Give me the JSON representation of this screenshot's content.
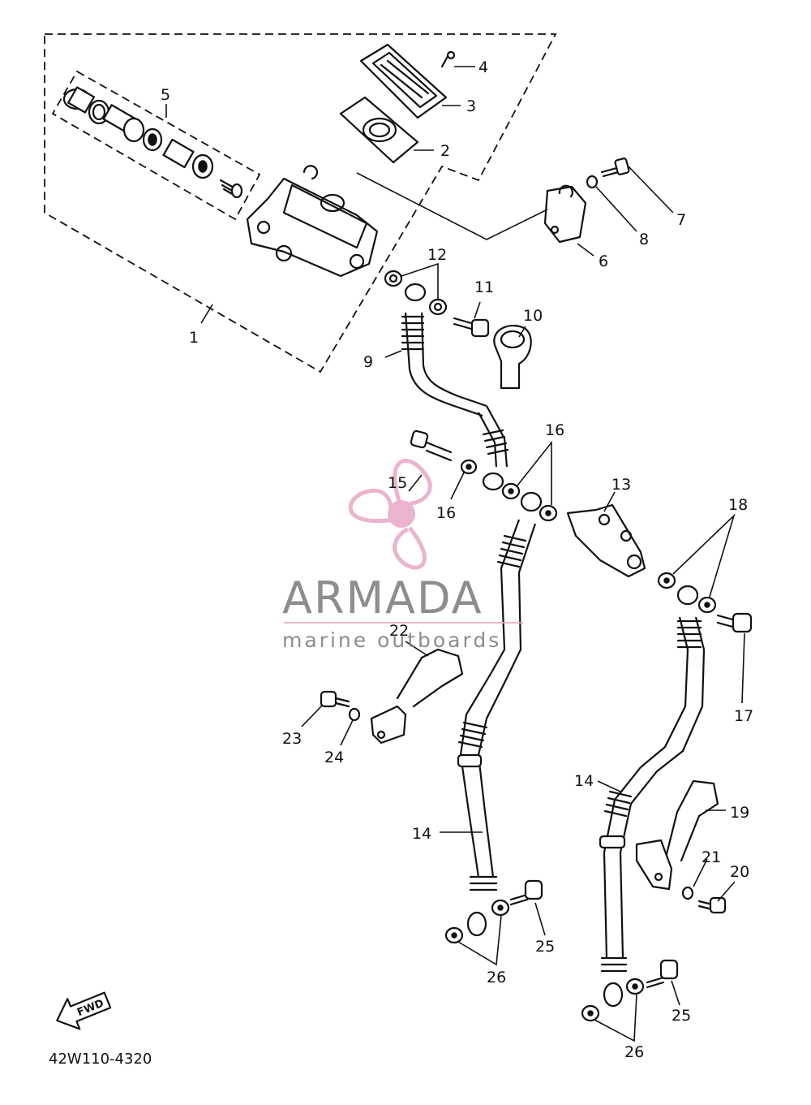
{
  "callouts": [
    "1",
    "2",
    "3",
    "4",
    "5",
    "6",
    "7",
    "8",
    "9",
    "10",
    "11",
    "12",
    "13",
    "14",
    "14",
    "15",
    "16",
    "16",
    "17",
    "18",
    "19",
    "20",
    "21",
    "22",
    "23",
    "24",
    "25",
    "25",
    "26",
    "26"
  ],
  "watermark": {
    "brand": "ARMADA",
    "tagline": "marine outboards",
    "color": "#e8a7c6"
  },
  "fwd_label": "FWD",
  "diagram_code": "42W110-4320"
}
